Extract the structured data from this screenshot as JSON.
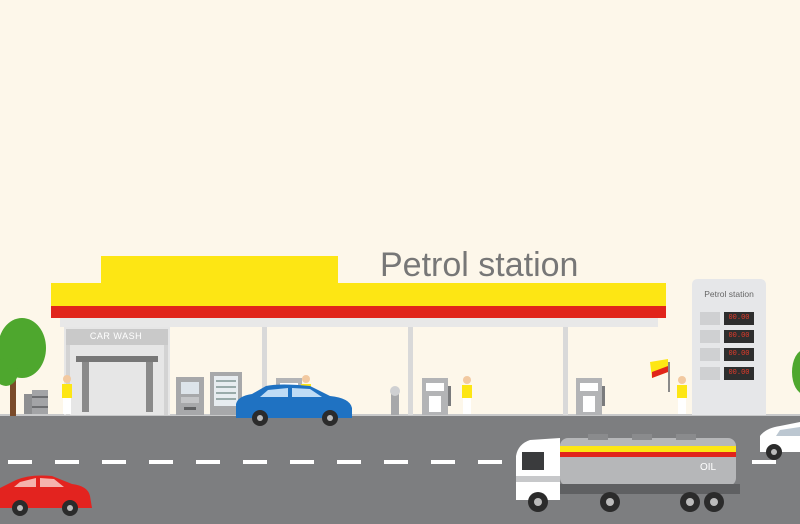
{
  "scene": {
    "title": "Petrol station",
    "car_wash_label": "CAR WASH",
    "price_board": {
      "title": "Petrol station",
      "prices": [
        "00.00",
        "00.00",
        "00.00",
        "00.00"
      ]
    },
    "tanker_label": "OIL"
  },
  "colors": {
    "background": "#fdf7ea",
    "canopy_yellow": "#fde614",
    "canopy_red": "#e1251b",
    "road": "#7d7e80",
    "lane_marking": "#ffffff",
    "tree": "#4ea72e",
    "red_car": "#e3231f",
    "blue_car": "#1f72c2",
    "title_text": "#777777"
  },
  "icons": [
    "car-wash-icon",
    "atm-icon",
    "vending-machine-icon",
    "fuel-pump-icon",
    "air-pump-icon",
    "flag-icon",
    "tree-icon",
    "oil-barrel-icon",
    "car-icon",
    "tanker-truck-icon",
    "attendant-icon"
  ]
}
